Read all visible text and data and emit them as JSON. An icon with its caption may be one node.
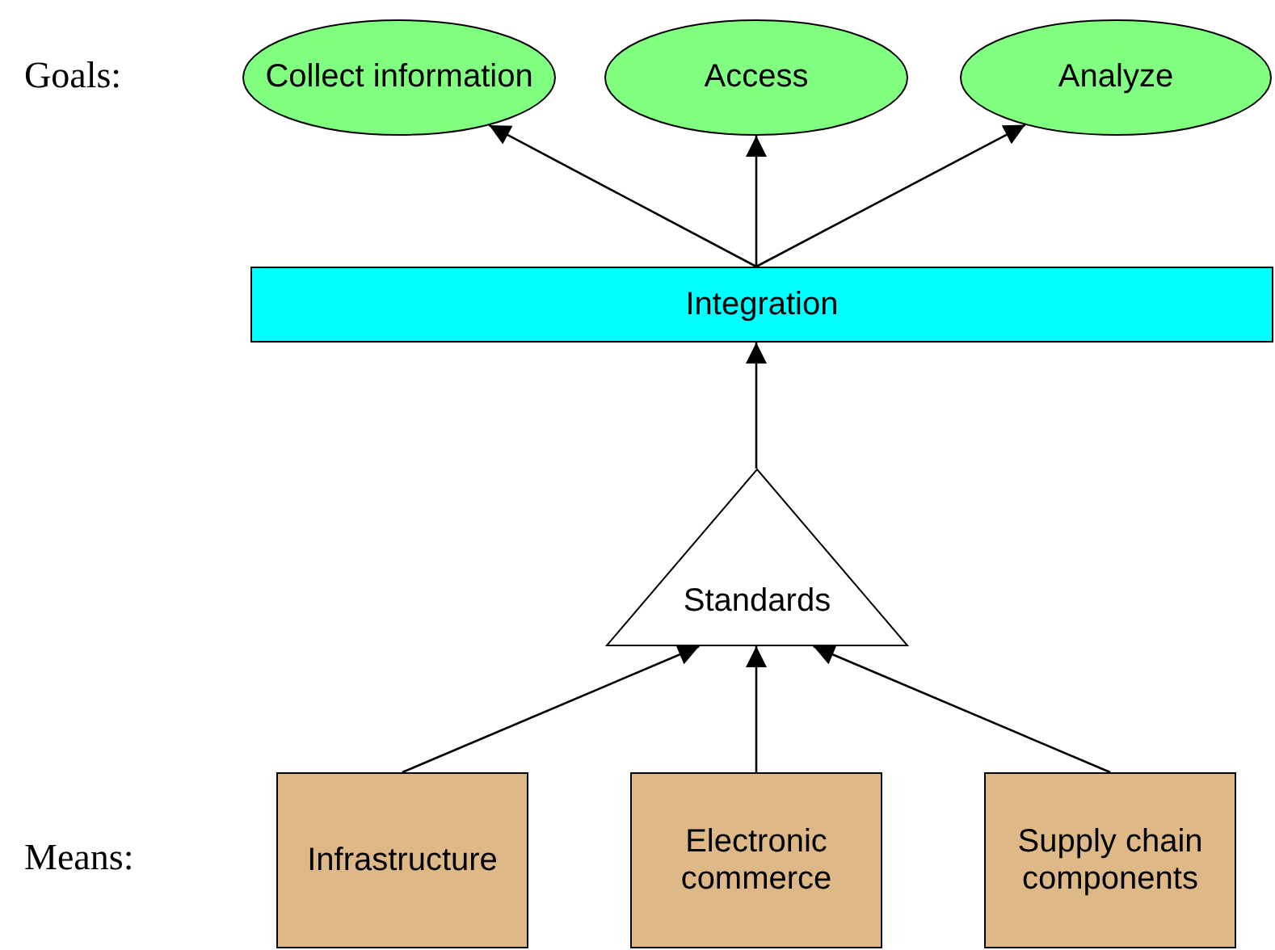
{
  "diagram": {
    "nodes": [
      {
        "text": [
          "Collect information"
        ]
      },
      {
        "text": [
          "Access"
        ]
      },
      {
        "text": [
          "Analyze"
        ]
      },
      {
        "text": [
          "Integration"
        ]
      },
      {
        "text": [
          "Standards"
        ]
      },
      {
        "text": [
          "Infrastructure"
        ]
      },
      {
        "text": [
          "Electronic commerce"
        ]
      },
      {
        "text": [
          "Supply chain components"
        ]
      }
    ],
    "edges": [
      {
        "from": 3,
        "to": 0,
        "arrow": "to"
      },
      {
        "from": 3,
        "to": 1,
        "arrow": "to"
      },
      {
        "from": 3,
        "to": 2,
        "arrow": "to"
      },
      {
        "from": 4,
        "to": 3,
        "arrow": "to"
      },
      {
        "from": 5,
        "to": 4,
        "arrow": "to"
      },
      {
        "from": 6,
        "to": 4,
        "arrow": "to"
      },
      {
        "from": 7,
        "to": 4,
        "arrow": "to"
      }
    ],
    "labels": [
      "Goals:",
      "Means:"
    ]
  }
}
